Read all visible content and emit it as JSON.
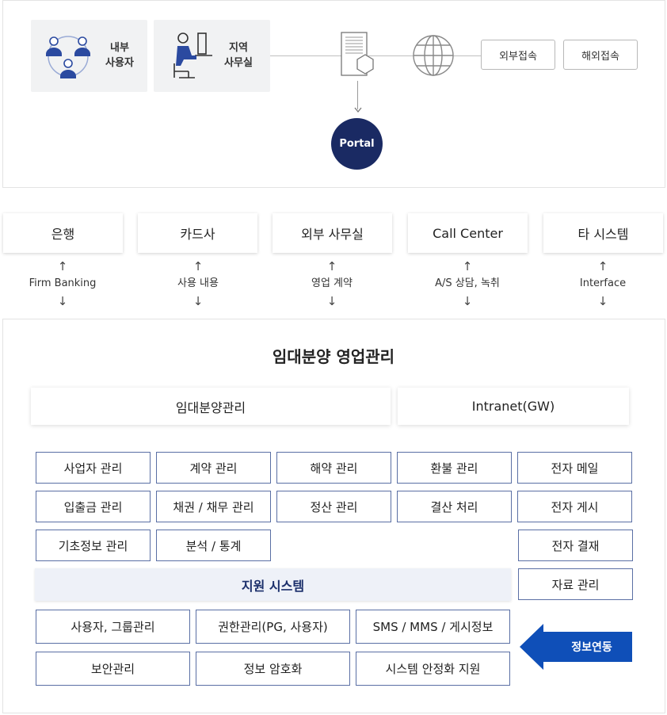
{
  "top": {
    "internal_user": "내부\n사용자",
    "regional_office": "지역\n사무실",
    "portal": "Portal",
    "external_access": "외부접속",
    "overseas_access": "해외접속"
  },
  "external_systems": [
    {
      "name": "은행",
      "link": "Firm Banking"
    },
    {
      "name": "카드사",
      "link": "사용 내용"
    },
    {
      "name": "외부 사무실",
      "link": "영업 계약"
    },
    {
      "name": "Call Center",
      "link": "A/S 상담, 녹취"
    },
    {
      "name": "타 시스템",
      "link": "Interface"
    }
  ],
  "arrows": {
    "up": "↑",
    "down": "↓"
  },
  "main": {
    "title": "임대분양 영업관리",
    "sub_left": "임대분양관리",
    "sub_right": "Intranet(GW)",
    "modules": [
      "사업자 관리",
      "계약 관리",
      "해약 관리",
      "환불 관리",
      "입출금 관리",
      "채권 / 채무 관리",
      "정산 관리",
      "결산 처리",
      "기초정보 관리",
      "분석 / 통계"
    ],
    "right_modules": [
      "전자 메일",
      "전자 게시",
      "전자 결재",
      "자료 관리"
    ],
    "support_title": "지원 시스템",
    "support_modules": [
      "사용자, 그룹관리",
      "권한관리(PG, 사용자)",
      "SMS / MMS / 게시정보",
      "보안관리",
      "정보 암호화",
      "시스템 안정화 지원"
    ],
    "info_link": "정보연동"
  },
  "colors": {
    "navy": "#1a2a63",
    "icon_blue": "#2b4aa0",
    "module_border": "#5a6fa4",
    "arrow_blue": "#0f4fb8",
    "support_bg": "#eef1f8"
  }
}
